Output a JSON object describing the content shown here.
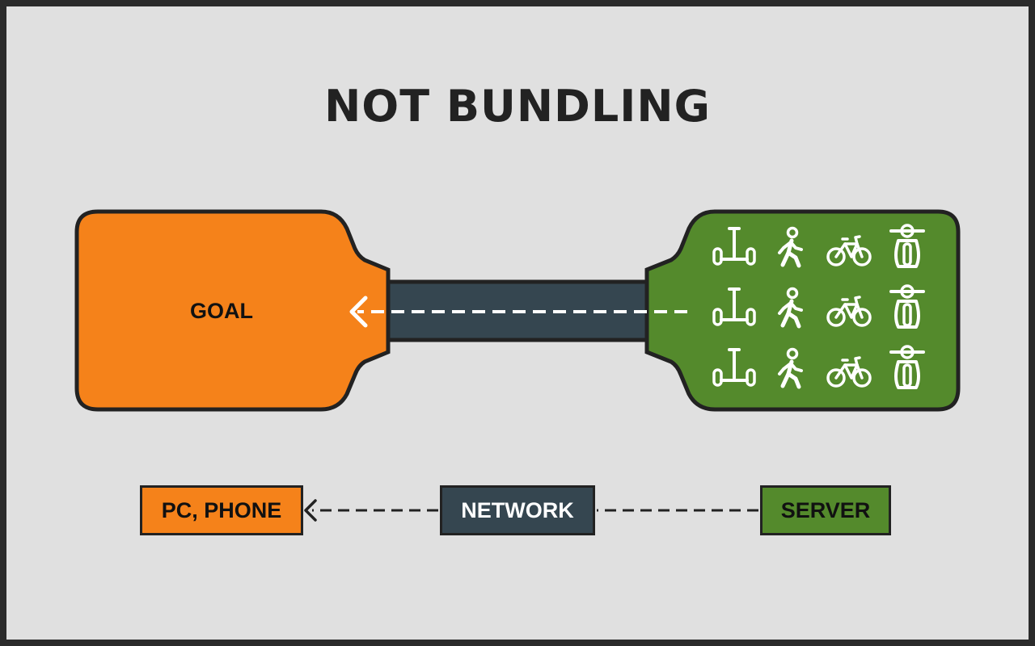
{
  "title": "NOT BUNDLING",
  "diagram": {
    "goal_label": "GOAL",
    "icon_rows": [
      [
        "scooter-icon",
        "pedestrian-icon",
        "bicycle-icon",
        "motor-scooter-icon"
      ],
      [
        "scooter-icon",
        "pedestrian-icon",
        "bicycle-icon",
        "motor-scooter-icon"
      ],
      [
        "scooter-icon",
        "pedestrian-icon",
        "bicycle-icon",
        "motor-scooter-icon"
      ]
    ]
  },
  "legend": {
    "client": "PC, PHONE",
    "network": "NETWORK",
    "server": "SERVER"
  },
  "colors": {
    "background": "#e0e0e0",
    "client": "#f5821a",
    "network": "#354650",
    "server": "#548a2c",
    "outline": "#222222"
  }
}
